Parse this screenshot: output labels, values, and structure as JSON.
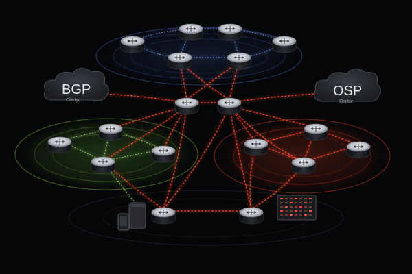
{
  "clouds": [
    {
      "id": "bgp",
      "label": "BGP",
      "sub": "Cbelyc"
    },
    {
      "id": "osp",
      "label": "OSP",
      "sub": "Osilbz"
    }
  ],
  "colors": {
    "background": "#050608",
    "blue_zone": "#3f64b8",
    "green_zone": "#79b63a",
    "red_zone": "#d23a22",
    "link_red": "#ff4a2a",
    "link_blue": "#6f8fe0",
    "link_green": "#a7e07a",
    "router_top": "#d9dde2",
    "router_body": "#1a1c20"
  },
  "zones": [
    {
      "id": "core-zone",
      "color": "blue"
    },
    {
      "id": "left-zone",
      "color": "green"
    },
    {
      "id": "right-zone",
      "color": "red"
    }
  ],
  "routers": [
    "top-router-1",
    "top-router-2",
    "top-router-3",
    "top-router-4",
    "top-router-5",
    "top-router-6",
    "mid-router-1",
    "mid-router-2",
    "left-router-1",
    "left-router-2",
    "left-router-3",
    "left-router-4",
    "right-router-1",
    "right-router-2",
    "right-router-3",
    "right-router-4",
    "bottom-router-1",
    "bottom-router-2"
  ],
  "devices": [
    "server-tower",
    "phone-device",
    "rack-server"
  ]
}
